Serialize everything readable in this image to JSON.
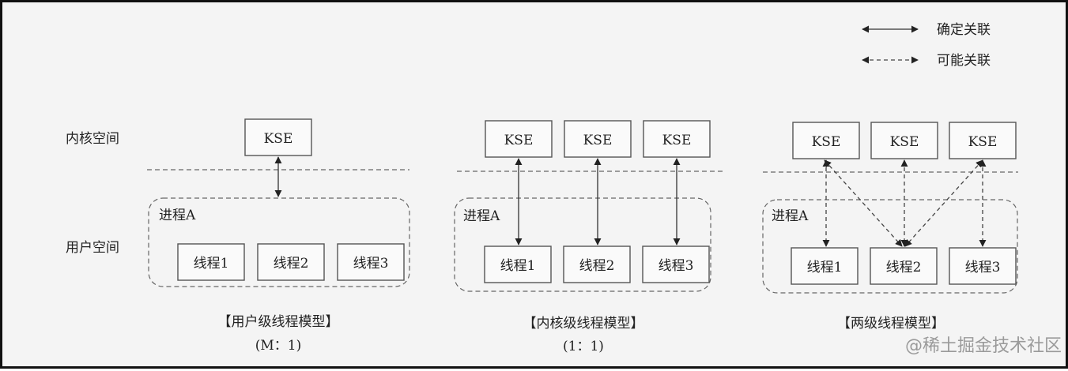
{
  "legend": {
    "definite_label": "确定关联",
    "possible_label": "可能关联"
  },
  "space_labels": {
    "kernel": "内核空间",
    "user": "用户空间"
  },
  "models": [
    {
      "process_label": "进程A",
      "kse_label": "KSE",
      "threads": [
        "线程1",
        "线程2",
        "线程3"
      ],
      "title": "【用户级线程模型】",
      "ratio": "(M：1)"
    },
    {
      "process_label": "进程A",
      "kse_label": "KSE",
      "threads": [
        "线程1",
        "线程2",
        "线程3"
      ],
      "title": "【内核级线程模型】",
      "ratio": "(1：1)"
    },
    {
      "process_label": "进程A",
      "kse_label": "KSE",
      "threads": [
        "线程1",
        "线程2",
        "线程3"
      ],
      "title": "【两级线程模型】"
    }
  ],
  "watermark": "@稀土掘金技术社区"
}
